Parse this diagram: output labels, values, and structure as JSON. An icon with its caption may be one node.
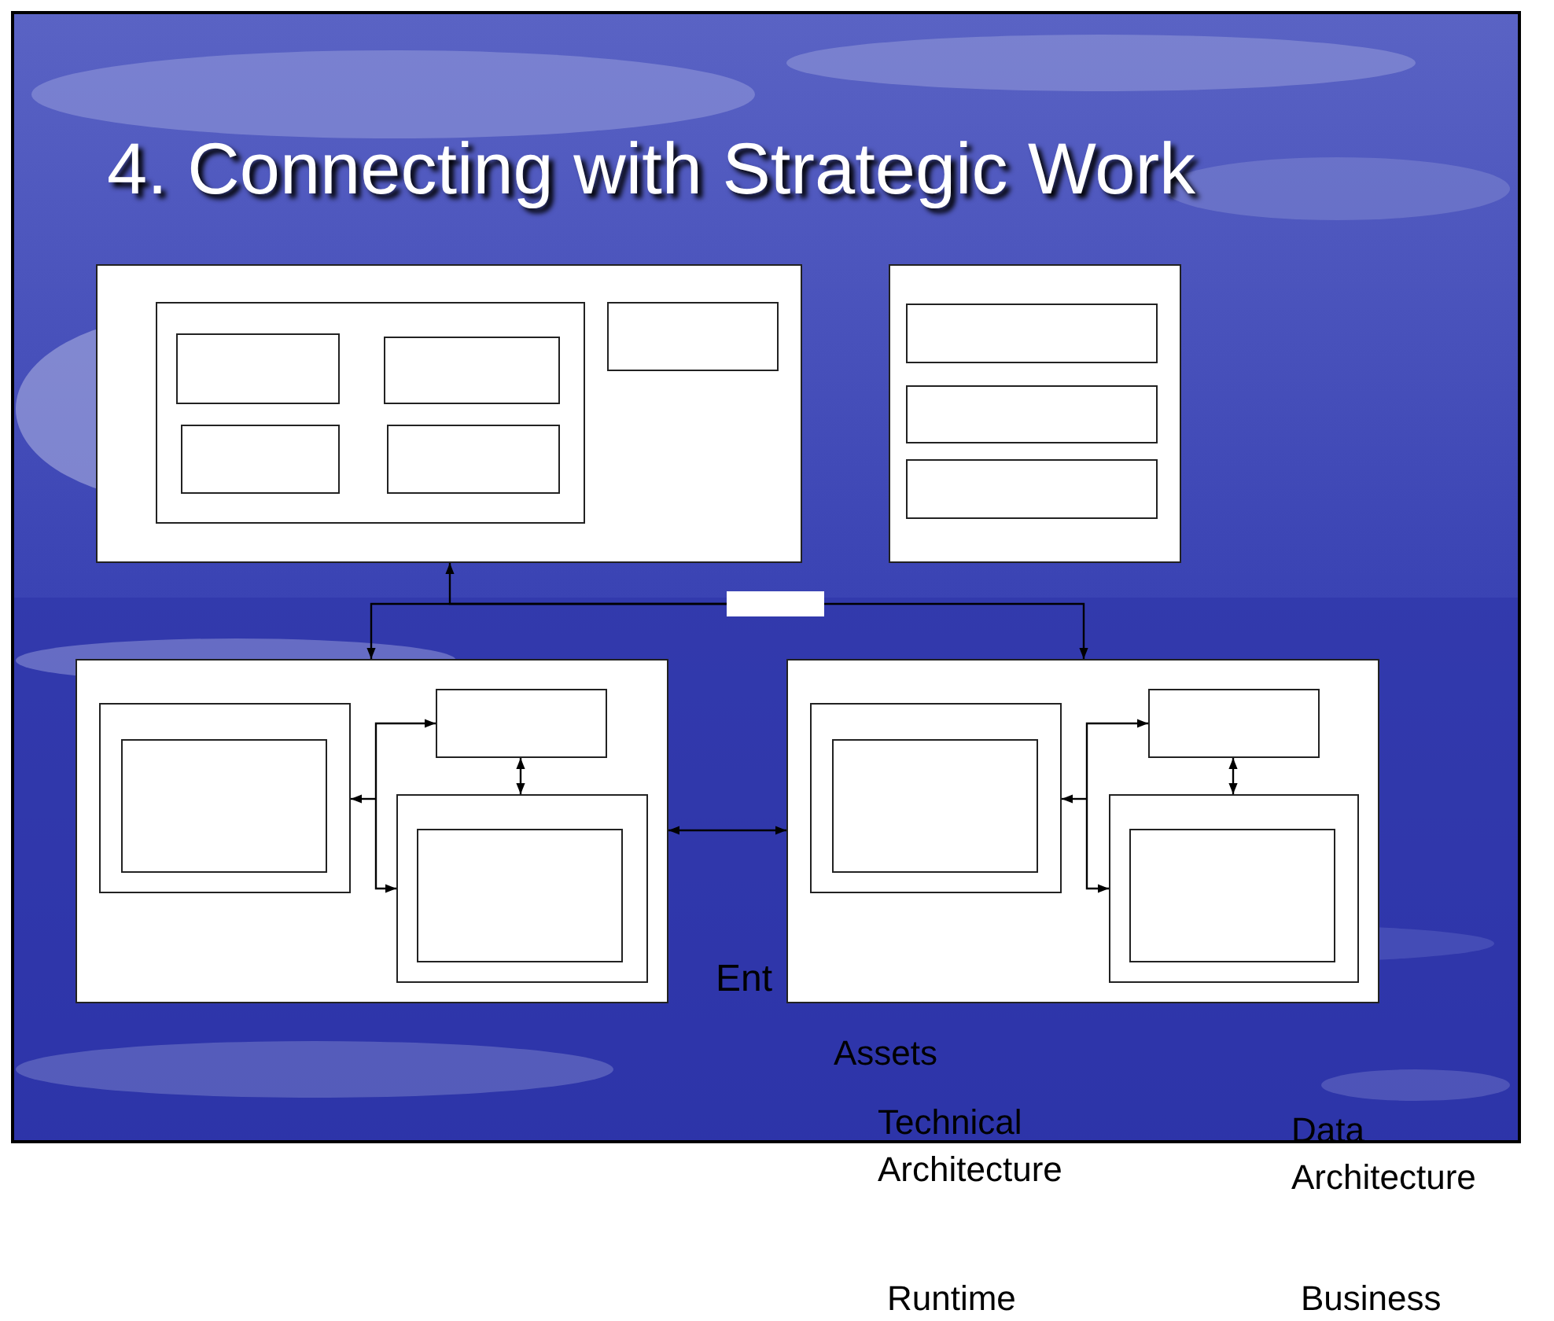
{
  "diagram": {
    "title": "4. Connecting with Strategic Work",
    "nodes": [
      {
        "text": [],
        "shape": "box"
      },
      {
        "text": [],
        "shape": "box",
        "in": 0
      },
      {
        "text": [],
        "shape": "box",
        "in": 1
      },
      {
        "text": [],
        "shape": "box",
        "in": 1
      },
      {
        "text": [],
        "shape": "box",
        "in": 1
      },
      {
        "text": [],
        "shape": "box",
        "in": 1
      },
      {
        "text": [],
        "shape": "box",
        "in": 0
      },
      {
        "text": [],
        "shape": "box"
      },
      {
        "text": [],
        "shape": "box",
        "in": 7
      },
      {
        "text": [],
        "shape": "box",
        "in": 7
      },
      {
        "text": [],
        "shape": "box",
        "in": 7
      },
      {
        "text": [],
        "shape": "bar"
      },
      {
        "text": [],
        "shape": "box"
      },
      {
        "text": [],
        "shape": "box",
        "in": 12
      },
      {
        "text": [],
        "shape": "box",
        "in": 13
      },
      {
        "text": [],
        "shape": "box",
        "in": 12
      },
      {
        "text": [],
        "shape": "box",
        "in": 12
      },
      {
        "text": [],
        "shape": "box",
        "in": 16
      },
      {
        "text": [],
        "shape": "box"
      },
      {
        "text": [],
        "shape": "box",
        "in": 18
      },
      {
        "text": [],
        "shape": "box",
        "in": 19
      },
      {
        "text": [],
        "shape": "box",
        "in": 18
      },
      {
        "text": [],
        "shape": "box",
        "in": 18
      },
      {
        "text": [],
        "shape": "box",
        "in": 22
      }
    ],
    "edges": [
      {
        "from": 11,
        "to": 0,
        "arrow": "to"
      },
      {
        "from": 11,
        "to": 12,
        "arrow": "to"
      },
      {
        "from": 11,
        "to": 18,
        "arrow": "to"
      },
      {
        "from": 12,
        "to": 18,
        "arrow": "both"
      },
      {
        "from": null,
        "to": 13,
        "arrow": "to"
      },
      {
        "from": null,
        "to": 15,
        "arrow": "to"
      },
      {
        "from": null,
        "to": 16,
        "arrow": "to"
      },
      {
        "from": 15,
        "to": 16,
        "arrow": "both"
      },
      {
        "from": null,
        "to": 19,
        "arrow": "to"
      },
      {
        "from": null,
        "to": 21,
        "arrow": "to"
      },
      {
        "from": null,
        "to": 22,
        "arrow": "to"
      },
      {
        "from": 21,
        "to": 22,
        "arrow": "both"
      }
    ],
    "labels": [
      "Ent",
      "Assets",
      "Technical Architecture",
      "Data Architecture",
      "Runtime",
      "Business"
    ]
  }
}
